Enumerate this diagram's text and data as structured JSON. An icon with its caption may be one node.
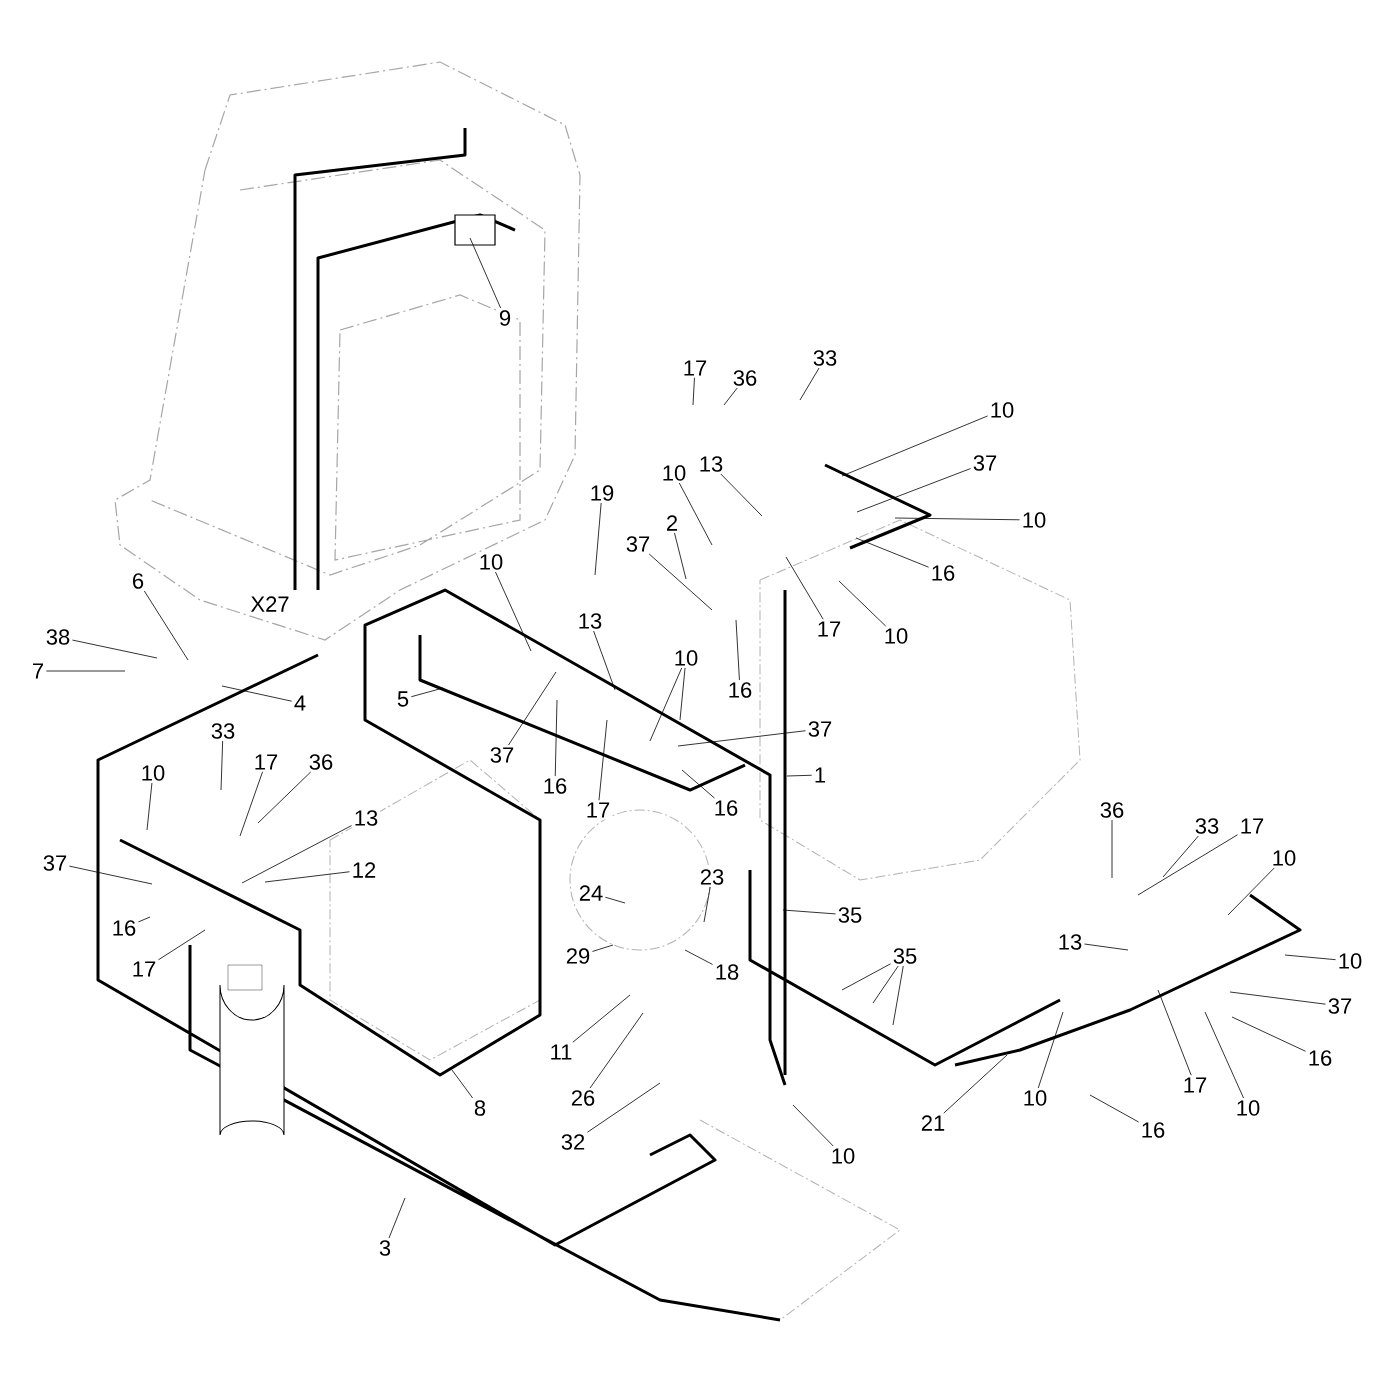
{
  "diagram": {
    "nodes": [
      {
        "text": [
          "9"
        ]
      },
      {
        "text": [
          "17"
        ]
      },
      {
        "text": [
          "36"
        ]
      },
      {
        "text": [
          "33"
        ]
      },
      {
        "text": [
          "10"
        ]
      },
      {
        "text": [
          "13"
        ]
      },
      {
        "text": [
          "10"
        ]
      },
      {
        "text": [
          "2"
        ]
      },
      {
        "text": [
          "37"
        ]
      },
      {
        "text": [
          "10"
        ]
      },
      {
        "text": [
          "16"
        ]
      },
      {
        "text": [
          "19"
        ]
      },
      {
        "text": [
          "37"
        ]
      },
      {
        "text": [
          "10"
        ]
      },
      {
        "text": [
          "13"
        ]
      },
      {
        "text": [
          "17"
        ]
      },
      {
        "text": [
          "10"
        ]
      },
      {
        "text": [
          "10"
        ]
      },
      {
        "text": [
          "16"
        ]
      },
      {
        "text": [
          "38"
        ]
      },
      {
        "text": [
          "6"
        ]
      },
      {
        "text": [
          "7"
        ]
      },
      {
        "text": [
          "4"
        ]
      },
      {
        "text": [
          "5"
        ]
      },
      {
        "text": [
          "37"
        ]
      },
      {
        "text": [
          "16"
        ]
      },
      {
        "text": [
          "17"
        ]
      },
      {
        "text": [
          "37"
        ]
      },
      {
        "text": [
          "16"
        ]
      },
      {
        "text": [
          "1"
        ]
      },
      {
        "text": [
          "33"
        ]
      },
      {
        "text": [
          "17"
        ]
      },
      {
        "text": [
          "36"
        ]
      },
      {
        "text": [
          "10"
        ]
      },
      {
        "text": [
          "13"
        ]
      },
      {
        "text": [
          "12"
        ]
      },
      {
        "text": [
          "37"
        ]
      },
      {
        "text": [
          "16"
        ]
      },
      {
        "text": [
          "17"
        ]
      },
      {
        "text": [
          "35"
        ]
      },
      {
        "text": [
          "24"
        ]
      },
      {
        "text": [
          "23"
        ]
      },
      {
        "text": [
          "29"
        ]
      },
      {
        "text": [
          "18"
        ]
      },
      {
        "text": [
          "11"
        ]
      },
      {
        "text": [
          "26"
        ]
      },
      {
        "text": [
          "32"
        ]
      },
      {
        "text": [
          "8"
        ]
      },
      {
        "text": [
          "3"
        ]
      },
      {
        "text": [
          "35"
        ]
      },
      {
        "text": [
          "10"
        ]
      },
      {
        "text": [
          "21"
        ]
      },
      {
        "text": [
          "10"
        ]
      },
      {
        "text": [
          "16"
        ]
      },
      {
        "text": [
          "13"
        ]
      },
      {
        "text": [
          "17"
        ]
      },
      {
        "text": [
          "10"
        ]
      },
      {
        "text": [
          "36"
        ]
      },
      {
        "text": [
          "33"
        ]
      },
      {
        "text": [
          "17"
        ]
      },
      {
        "text": [
          "10"
        ]
      },
      {
        "text": [
          "10"
        ]
      },
      {
        "text": [
          "37"
        ]
      },
      {
        "text": [
          "16"
        ]
      }
    ],
    "edges": [
      {
        "from": 0,
        "to": null,
        "arrow": "none"
      },
      {
        "from": 1,
        "to": null,
        "arrow": "none"
      },
      {
        "from": 2,
        "to": null,
        "arrow": "none"
      },
      {
        "from": 3,
        "to": null,
        "arrow": "none"
      },
      {
        "from": 4,
        "to": null,
        "arrow": "none"
      },
      {
        "from": 5,
        "to": null,
        "arrow": "none"
      },
      {
        "from": 6,
        "to": null,
        "arrow": "none"
      },
      {
        "from": 7,
        "to": null,
        "arrow": "none"
      },
      {
        "from": 8,
        "to": null,
        "arrow": "none"
      },
      {
        "from": 9,
        "to": null,
        "arrow": "none"
      },
      {
        "from": 10,
        "to": null,
        "arrow": "none"
      },
      {
        "from": 11,
        "to": null,
        "arrow": "none"
      },
      {
        "from": 12,
        "to": null,
        "arrow": "none"
      },
      {
        "from": 13,
        "to": null,
        "arrow": "none"
      },
      {
        "from": 14,
        "to": null,
        "arrow": "none"
      },
      {
        "from": 15,
        "to": null,
        "arrow": "none"
      },
      {
        "from": 16,
        "to": null,
        "arrow": "none"
      },
      {
        "from": 17,
        "to": null,
        "arrow": "none"
      },
      {
        "from": 17,
        "to": null,
        "arrow": "none"
      },
      {
        "from": 18,
        "to": null,
        "arrow": "none"
      },
      {
        "from": 19,
        "to": null,
        "arrow": "none"
      },
      {
        "from": 20,
        "to": null,
        "arrow": "none"
      },
      {
        "from": 21,
        "to": null,
        "arrow": "none"
      },
      {
        "from": 22,
        "to": null,
        "arrow": "none"
      },
      {
        "from": 23,
        "to": null,
        "arrow": "none"
      },
      {
        "from": 24,
        "to": null,
        "arrow": "none"
      },
      {
        "from": 25,
        "to": null,
        "arrow": "none"
      },
      {
        "from": 26,
        "to": null,
        "arrow": "none"
      },
      {
        "from": 27,
        "to": null,
        "arrow": "none"
      },
      {
        "from": 28,
        "to": null,
        "arrow": "none"
      },
      {
        "from": 29,
        "to": null,
        "arrow": "none"
      },
      {
        "from": 30,
        "to": null,
        "arrow": "none"
      },
      {
        "from": 31,
        "to": null,
        "arrow": "none"
      },
      {
        "from": 32,
        "to": null,
        "arrow": "none"
      },
      {
        "from": 33,
        "to": null,
        "arrow": "none"
      },
      {
        "from": 34,
        "to": null,
        "arrow": "none"
      },
      {
        "from": 35,
        "to": null,
        "arrow": "none"
      },
      {
        "from": 36,
        "to": null,
        "arrow": "none"
      },
      {
        "from": 37,
        "to": null,
        "arrow": "none"
      },
      {
        "from": 38,
        "to": null,
        "arrow": "none"
      },
      {
        "from": 39,
        "to": null,
        "arrow": "none"
      },
      {
        "from": 40,
        "to": null,
        "arrow": "none"
      },
      {
        "from": 41,
        "to": null,
        "arrow": "none"
      },
      {
        "from": 42,
        "to": null,
        "arrow": "none"
      },
      {
        "from": 43,
        "to": null,
        "arrow": "none"
      },
      {
        "from": 44,
        "to": null,
        "arrow": "none"
      },
      {
        "from": 45,
        "to": null,
        "arrow": "none"
      },
      {
        "from": 46,
        "to": null,
        "arrow": "none"
      },
      {
        "from": 47,
        "to": null,
        "arrow": "none"
      },
      {
        "from": 48,
        "to": null,
        "arrow": "none"
      },
      {
        "from": 49,
        "to": null,
        "arrow": "none"
      },
      {
        "from": 49,
        "to": null,
        "arrow": "none"
      },
      {
        "from": 49,
        "to": null,
        "arrow": "none"
      },
      {
        "from": 50,
        "to": null,
        "arrow": "none"
      },
      {
        "from": 51,
        "to": null,
        "arrow": "none"
      },
      {
        "from": 52,
        "to": null,
        "arrow": "none"
      },
      {
        "from": 53,
        "to": null,
        "arrow": "none"
      },
      {
        "from": 54,
        "to": null,
        "arrow": "none"
      },
      {
        "from": 55,
        "to": null,
        "arrow": "none"
      },
      {
        "from": 56,
        "to": null,
        "arrow": "none"
      },
      {
        "from": 57,
        "to": null,
        "arrow": "none"
      },
      {
        "from": 58,
        "to": null,
        "arrow": "none"
      },
      {
        "from": 59,
        "to": null,
        "arrow": "none"
      },
      {
        "from": 60,
        "to": null,
        "arrow": "none"
      },
      {
        "from": 61,
        "to": null,
        "arrow": "none"
      },
      {
        "from": 62,
        "to": null,
        "arrow": "none"
      },
      {
        "from": 63,
        "to": null,
        "arrow": "none"
      }
    ],
    "labels": [
      "X27"
    ]
  }
}
